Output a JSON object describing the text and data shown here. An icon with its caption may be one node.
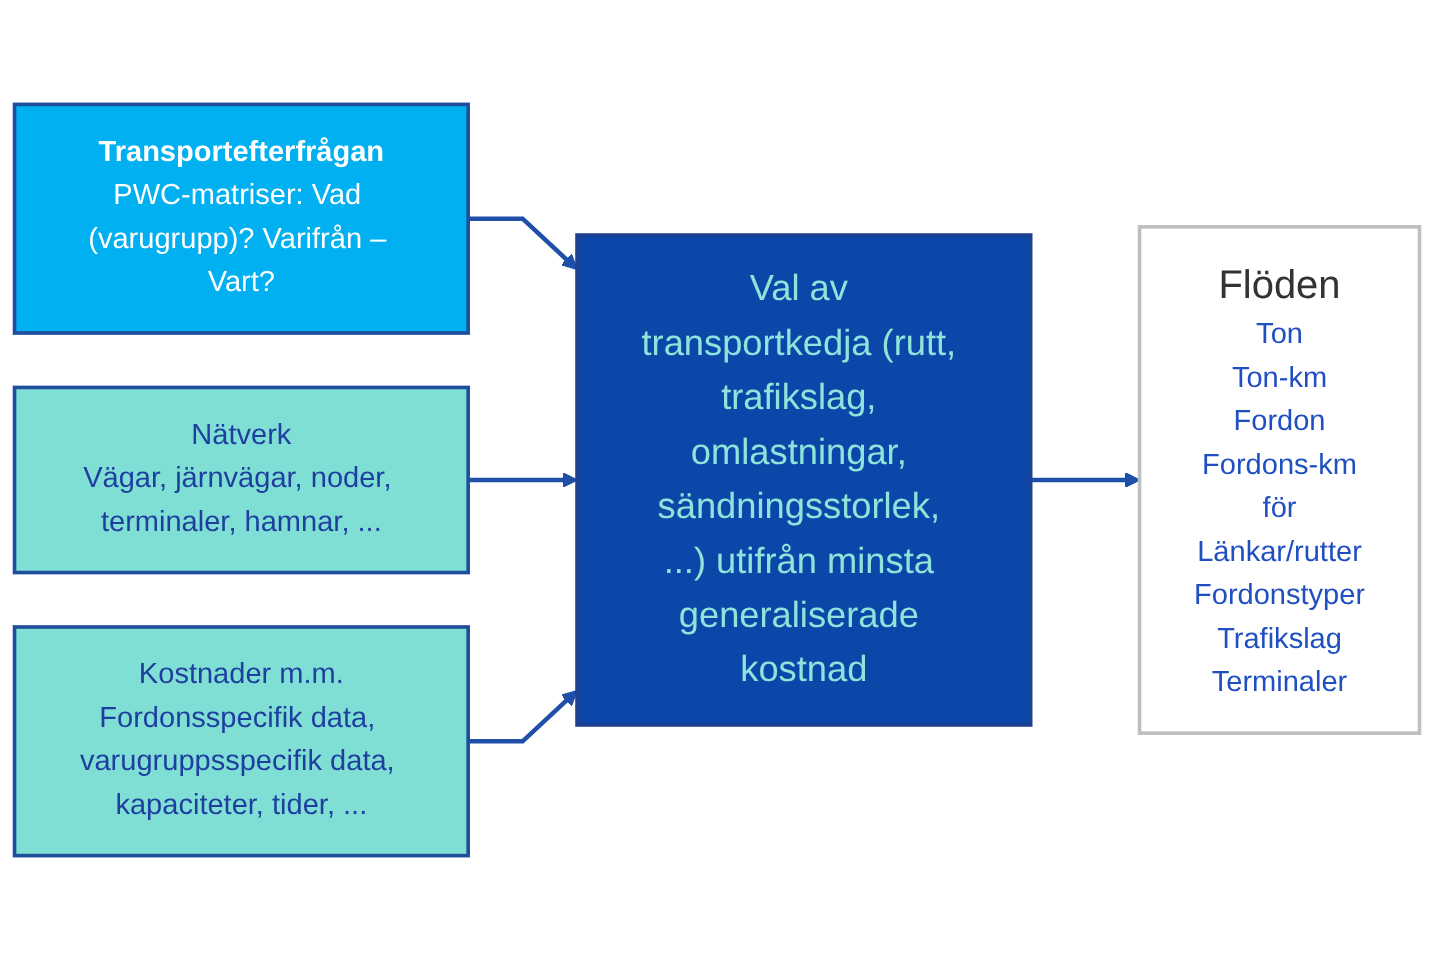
{
  "diagram": {
    "nodes": [
      {
        "text": [
          "Transportefterfrågan",
          "PWC-matriser: Vad (varugrupp)? Varifrån – Vart?"
        ]
      },
      {
        "text": [
          "Nätverk",
          "Vägar, järnvägar, noder, terminaler, hamnar, ..."
        ]
      },
      {
        "text": [
          "Kostnader m.m.",
          "Fordonsspecifik data, varugruppsspecifik data, kapaciteter, tider, ..."
        ]
      },
      {
        "text": [
          "Val av transportkedja (rutt, trafikslag, omlastningar, sändningsstorlek, ...) utifrån minsta generaliserade kostnad"
        ]
      },
      {
        "text": [
          "Flöden",
          "Ton",
          "Ton-km",
          "Fordon",
          "Fordons-km",
          "för",
          "Länkar/rutter",
          "Fordonstyper",
          "Trafikslag",
          "Terminaler"
        ]
      }
    ],
    "edges": [
      {
        "from": 0,
        "to": 3,
        "arrow": "to"
      },
      {
        "from": 1,
        "to": 3,
        "arrow": "to"
      },
      {
        "from": 2,
        "to": 3,
        "arrow": "to"
      },
      {
        "from": 3,
        "to": 4,
        "arrow": "to"
      }
    ]
  }
}
